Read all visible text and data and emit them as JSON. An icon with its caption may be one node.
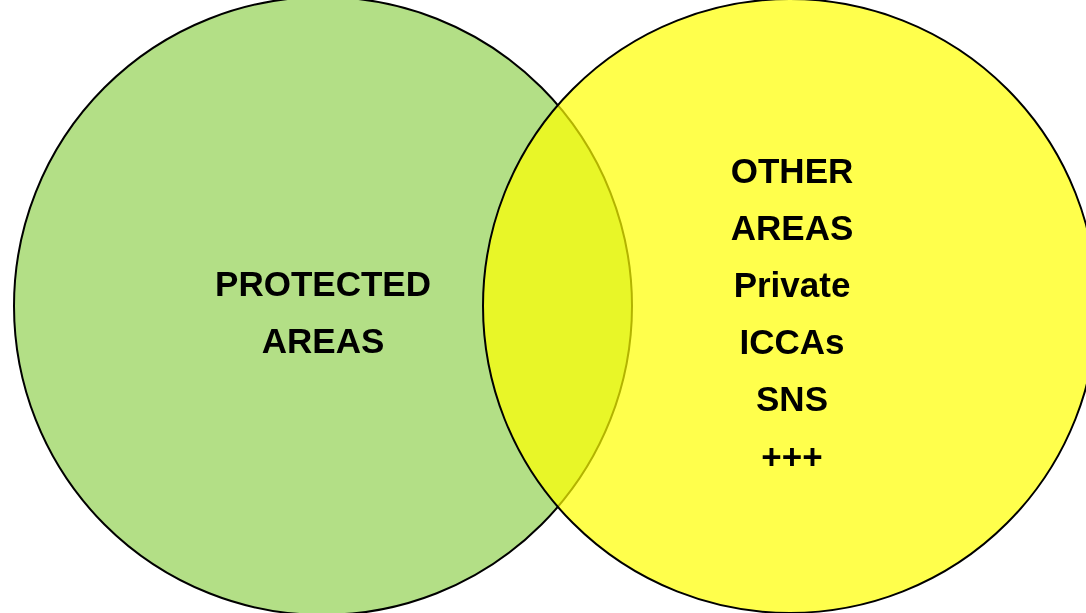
{
  "diagram": {
    "nodes": [
      {
        "text": [
          "PROTECTED AREAS"
        ]
      },
      {
        "text": [
          "OTHER AREAS",
          "Private",
          "ICCAs",
          "SNS",
          "+++"
        ]
      }
    ]
  }
}
